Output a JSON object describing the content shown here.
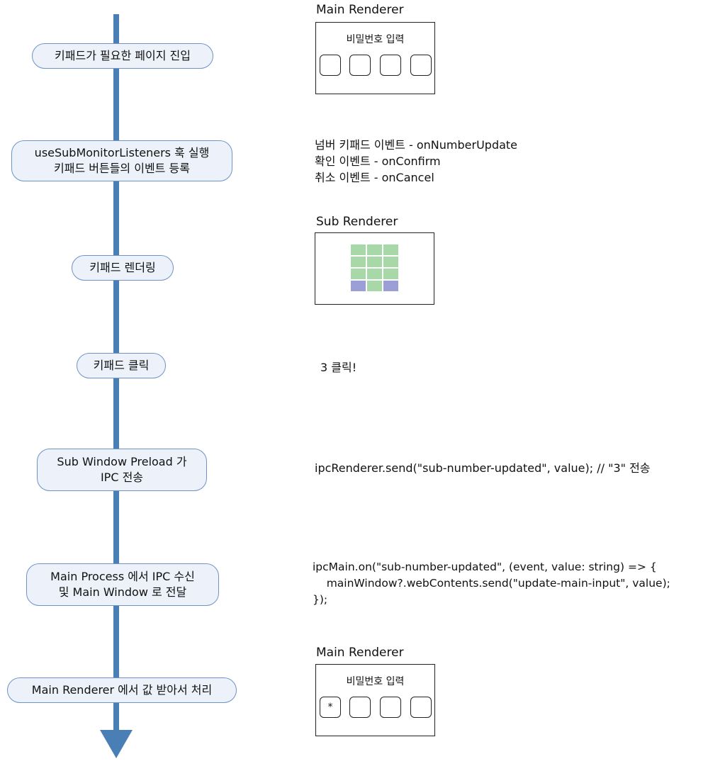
{
  "steps": [
    {
      "lines": [
        "키패드가 필요한 페이지 진입"
      ]
    },
    {
      "lines": [
        "useSubMonitorListeners 훅 실행",
        "키패드 버튼들의 이벤트 등록"
      ]
    },
    {
      "lines": [
        "키패드 렌더링"
      ]
    },
    {
      "lines": [
        "키패드 클릭"
      ]
    },
    {
      "lines": [
        "Sub Window Preload 가",
        "IPC 전송"
      ]
    },
    {
      "lines": [
        "Main Process 에서 IPC 수신",
        "및 Main Window 로 전달"
      ]
    },
    {
      "lines": [
        "Main Renderer 에서 값 받아서 처리"
      ]
    }
  ],
  "main_renderer_top": {
    "title": "Main Renderer",
    "label": "비밀번호 입력",
    "cells": [
      "",
      "",
      "",
      ""
    ]
  },
  "events_note": {
    "lines": [
      "넘버 키패드 이벤트 - onNumberUpdate",
      "확인 이벤트 - onConfirm",
      "취소 이벤트 - onCancel"
    ]
  },
  "sub_renderer": {
    "title": "Sub Renderer",
    "keys": [
      "num",
      "num",
      "num",
      "num",
      "num",
      "num",
      "num",
      "num",
      "num",
      "fn",
      "num",
      "fn"
    ],
    "colors": {
      "num": "#a8d8a8",
      "fn": "#9b9fd6"
    }
  },
  "click_note": {
    "text": "3 클릭!"
  },
  "ipc_send_note": {
    "text": "ipcRenderer.send(\"sub-number-updated\", value);  // \"3\" 전송"
  },
  "ipc_main_note": {
    "lines": [
      "ipcMain.on(\"sub-number-updated\", (event, value: string) => {",
      "    mainWindow?.webContents.send(\"update-main-input\", value);",
      "});"
    ]
  },
  "main_renderer_bottom": {
    "title": "Main Renderer",
    "label": "비밀번호 입력",
    "cells": [
      "*",
      "",
      "",
      ""
    ]
  },
  "colors": {
    "axis": "#4a7fb5",
    "step_fill": "#ecf1fa",
    "step_border": "#6f93c8"
  }
}
